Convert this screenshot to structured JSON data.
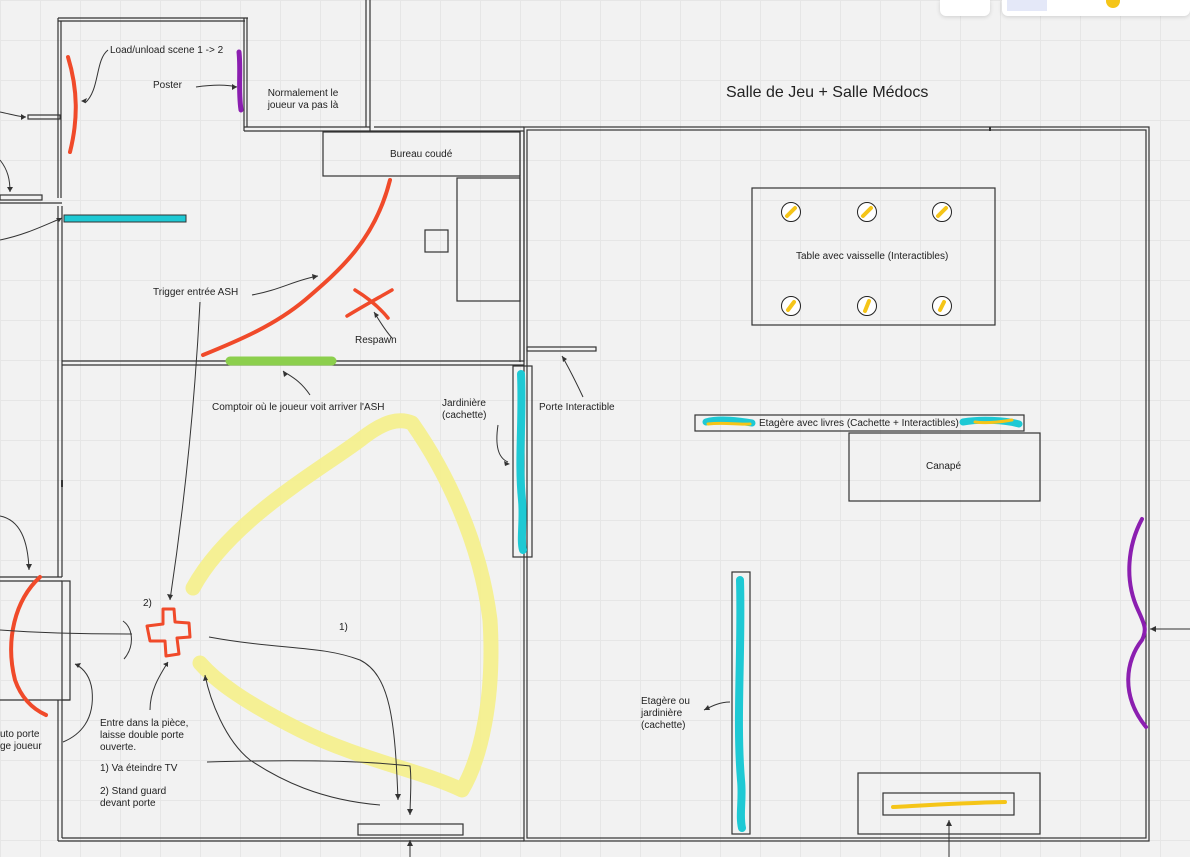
{
  "title": "Salle de Jeu + Salle Médocs",
  "labels": {
    "load_unload": "Load/unload scene 1 -> 2",
    "poster": "Poster",
    "normalement": "Normalement le\njoueur va pas là",
    "bureau": "Bureau coudé",
    "trigger": "Trigger entrée ASH",
    "respawn": "Respawn",
    "comptoir": "Comptoir où le joueur voit arriver l'ASH",
    "jardiniere": "Jardinière\n(cachette)",
    "porte_interactible": "Porte Interactible",
    "table": "Table avec vaisselle (Interactibles)",
    "etagere_livres": "Etagère avec livres (Cachette + Interactibles)",
    "canape": "Canapé",
    "etagere_jardiniere": "Etagère ou\njardinière\n(cachette)",
    "step1_marker": "1)",
    "step2_marker": "2)",
    "entre": "Entre dans la pièce,\nlaisse double porte\nouverte.",
    "va_eteindre": "1) Va éteindre TV",
    "stand_guard": "2) Stand guard\ndevant porte",
    "auto_porte": "uto porte\nge joueur"
  },
  "colors": {
    "trigger_red": "#f04a2a",
    "cyan": "#1ec9d4",
    "purple": "#8b1fb0",
    "green": "#8ccf4d",
    "yellow_path": "#f5ef8a",
    "yellow_item": "#f5c518",
    "wall": "#333333"
  },
  "icons": [
    "cross-icon",
    "respawn-x-icon",
    "dish-icon"
  ]
}
